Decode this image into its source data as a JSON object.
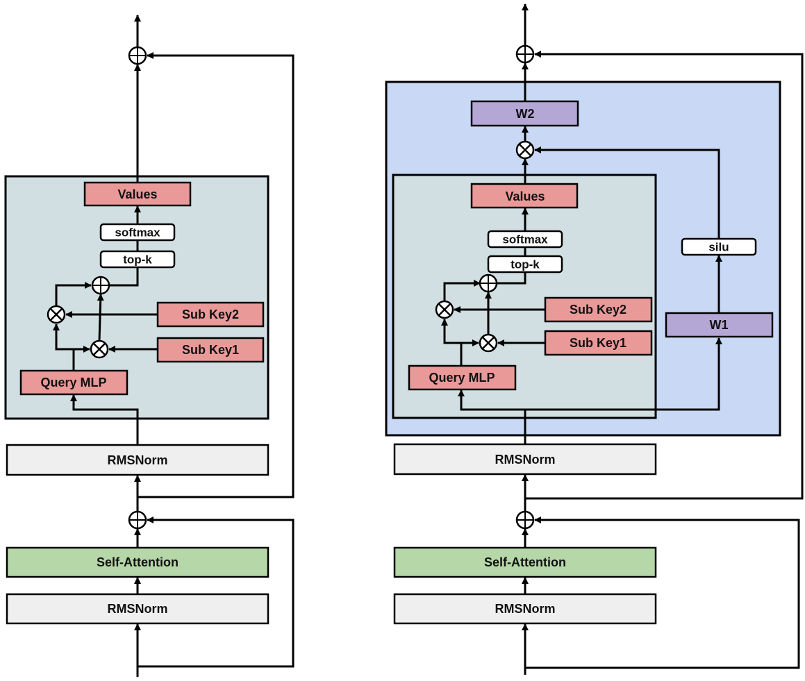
{
  "colors": {
    "outer_teal": "#d1dfe2",
    "outer_blue": "#c9d9f5",
    "pink": "#ea9999",
    "purple": "#b4a7d6",
    "green": "#b6d7a8",
    "gray": "#efefef",
    "white": "#ffffff",
    "stroke": "#000000"
  },
  "left_diagram": {
    "memory_block": {
      "values": "Values",
      "softmax": "softmax",
      "topk": "top-k",
      "subkey2": "Sub Key2",
      "subkey1": "Sub Key1",
      "query_mlp": "Query MLP"
    },
    "rmsnorm_top": "RMSNorm",
    "self_attention": "Self-Attention",
    "rmsnorm_bottom": "RMSNorm"
  },
  "right_diagram": {
    "w2": "W2",
    "w1": "W1",
    "silu": "silu",
    "memory_block": {
      "values": "Values",
      "softmax": "softmax",
      "topk": "top-k",
      "subkey2": "Sub Key2",
      "subkey1": "Sub Key1",
      "query_mlp": "Query MLP"
    },
    "rmsnorm_top": "RMSNorm",
    "self_attention": "Self-Attention",
    "rmsnorm_bottom": "RMSNorm"
  }
}
